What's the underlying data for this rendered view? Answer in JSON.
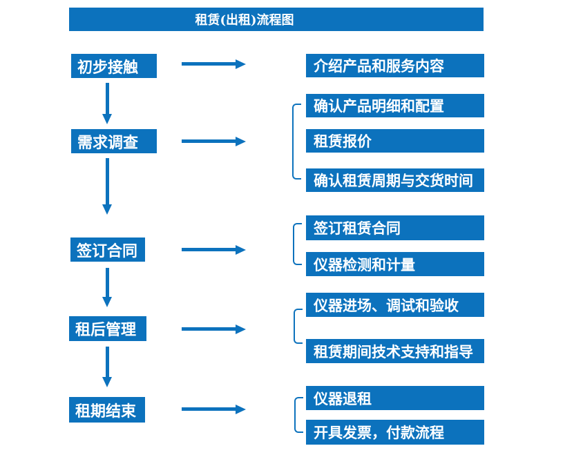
{
  "title": "租赁(出租)流程图",
  "colors": {
    "primary": "#0c72bd",
    "text_on_primary": "#ffffff",
    "background": "#ffffff"
  },
  "steps": [
    {
      "label": "初步接触",
      "details": [
        "介绍产品和服务内容"
      ]
    },
    {
      "label": "需求调查",
      "details": [
        "确认产品明细和配置",
        "租赁报价",
        "确认租赁周期与交货时间"
      ]
    },
    {
      "label": "签订合同",
      "details": [
        "签订租赁合同",
        "仪器检测和计量"
      ]
    },
    {
      "label": "租后管理",
      "details": [
        "仪器进场、调试和验收",
        "租赁期间技术支持和指导"
      ]
    },
    {
      "label": "租期结束",
      "details": [
        "仪器退租",
        "开具发票，付款流程"
      ]
    }
  ]
}
